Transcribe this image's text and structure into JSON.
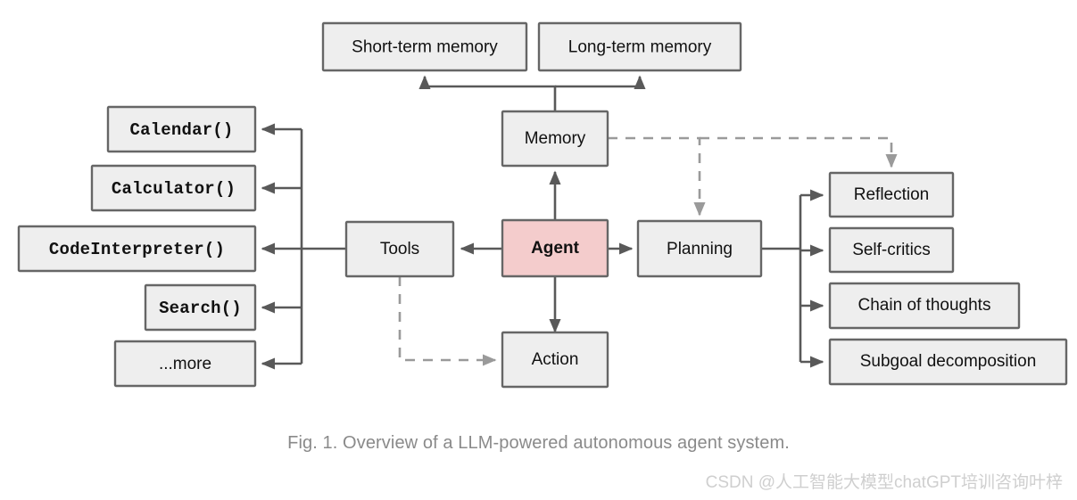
{
  "figure": {
    "caption": "Fig. 1. Overview of a LLM-powered autonomous agent system.",
    "watermark": "CSDN @人工智能大模型chatGPT培训咨询叶梓",
    "colors": {
      "node_fill": "#eeeeee",
      "node_stroke": "#666666",
      "accent_fill": "#f4cccc",
      "solid_edge": "#595959",
      "dashed_edge": "#9a9a9a",
      "caption_text": "#8a8a8a",
      "watermark_text": "#cfcfcf",
      "background": "#ffffff"
    }
  },
  "nodes": {
    "short_term_memory": "Short-term memory",
    "long_term_memory": "Long-term memory",
    "memory": "Memory",
    "agent": "Agent",
    "tools": "Tools",
    "planning": "Planning",
    "action": "Action",
    "calendar": "Calendar()",
    "calculator": "Calculator()",
    "code_interpreter": "CodeInterpreter()",
    "search": "Search()",
    "more": "...more",
    "reflection": "Reflection",
    "self_critics": "Self-critics",
    "chain_of_thoughts": "Chain of thoughts",
    "subgoal_decomposition": "Subgoal decomposition"
  },
  "edges": [
    {
      "from": "memory",
      "to": "short-term-memory",
      "style": "solid"
    },
    {
      "from": "memory",
      "to": "long-term-memory",
      "style": "solid"
    },
    {
      "from": "agent",
      "to": "memory",
      "style": "solid"
    },
    {
      "from": "agent",
      "to": "tools",
      "style": "solid"
    },
    {
      "from": "agent",
      "to": "planning",
      "style": "solid"
    },
    {
      "from": "agent",
      "to": "action",
      "style": "solid"
    },
    {
      "from": "tools",
      "to": "calendar",
      "style": "solid"
    },
    {
      "from": "tools",
      "to": "calculator",
      "style": "solid"
    },
    {
      "from": "tools",
      "to": "code-interpreter",
      "style": "solid"
    },
    {
      "from": "tools",
      "to": "search",
      "style": "solid"
    },
    {
      "from": "tools",
      "to": "more",
      "style": "solid"
    },
    {
      "from": "planning",
      "to": "reflection",
      "style": "solid"
    },
    {
      "from": "planning",
      "to": "self-critics",
      "style": "solid"
    },
    {
      "from": "planning",
      "to": "chain-of-thoughts",
      "style": "solid"
    },
    {
      "from": "planning",
      "to": "subgoal-decomposition",
      "style": "solid"
    },
    {
      "from": "memory",
      "to": "planning",
      "style": "dashed"
    },
    {
      "from": "memory",
      "to": "reflection",
      "style": "dashed"
    },
    {
      "from": "tools",
      "to": "action",
      "style": "dashed"
    }
  ]
}
